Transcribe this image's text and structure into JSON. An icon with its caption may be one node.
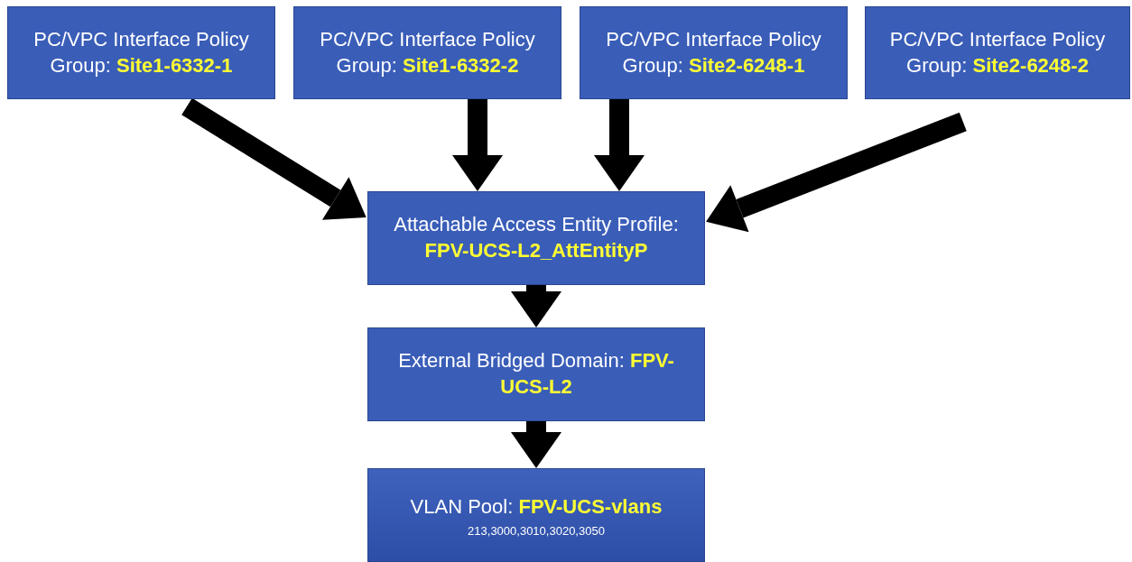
{
  "diagram": {
    "nodes": [
      {
        "text": [
          "PC/VPC Interface Policy Group: **Site1-6332-1**"
        ]
      },
      {
        "text": [
          "PC/VPC Interface Policy Group: **Site1-6332-2**"
        ]
      },
      {
        "text": [
          "PC/VPC Interface Policy Group: **Site2-6248-1**"
        ]
      },
      {
        "text": [
          "PC/VPC Interface Policy Group: **Site2-6248-2**"
        ]
      },
      {
        "text": [
          "Attachable Access Entity Profile: **FPV-UCS-L2_AttEntityP**"
        ]
      },
      {
        "text": [
          "External Bridged Domain: **FPV-UCS-L2**"
        ]
      },
      {
        "text": [
          "VLAN Pool: **FPV-UCS-vlans**",
          "213,3000,3010,3020,3050"
        ]
      }
    ],
    "edges": [
      {
        "from": 0,
        "to": 4,
        "arrow": "to"
      },
      {
        "from": 1,
        "to": 4,
        "arrow": "to"
      },
      {
        "from": 2,
        "to": 4,
        "arrow": "to"
      },
      {
        "from": 3,
        "to": 4,
        "arrow": "to"
      },
      {
        "from": 4,
        "to": 5,
        "arrow": "to"
      },
      {
        "from": 5,
        "to": 6,
        "arrow": "to"
      }
    ]
  }
}
